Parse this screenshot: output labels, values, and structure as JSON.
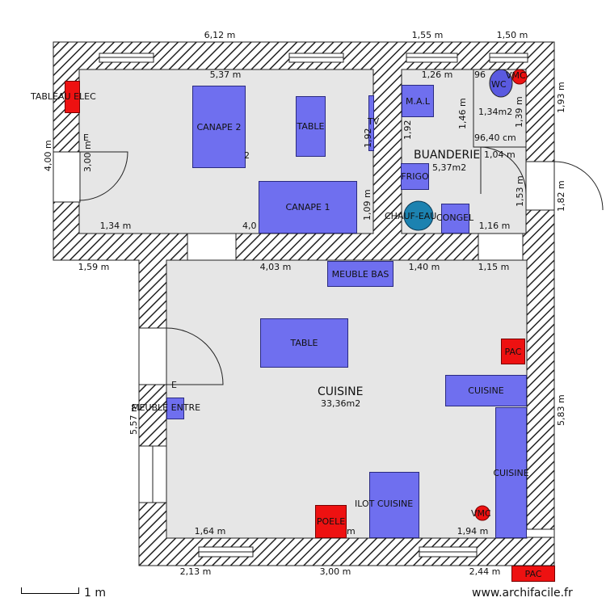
{
  "rooms": {
    "buanderie": {
      "name": "BUANDERIE",
      "area": "5,37m2"
    },
    "wc": {
      "name": "WC",
      "area": "1,34m2"
    },
    "cuisine": {
      "name": "CUISINE",
      "area": "33,36m2"
    }
  },
  "furniture": {
    "canape2": "CANAPE 2",
    "table_salon": "TABLE",
    "tv": "TV",
    "canape1": "CANAPE 1",
    "mal": "M.A.L",
    "frigo": "FRIGO",
    "chauffe_eau": "CHAUF-EAU",
    "congel": "CONGEL",
    "meuble_bas": "MEUBLE BAS",
    "table_cuisine": "TABLE",
    "cuisine_top": "CUISINE",
    "cuisine_right": "CUISINE",
    "ilot": "ILOT CUISINE",
    "meuble_entre": "MEUBLE ENTRE"
  },
  "equipment": {
    "tableau_elec": "TABLEAU ELEC",
    "vmc_wc": "VMC",
    "vmc_cuisine": "VMC",
    "pac_inside": "PAC",
    "pac_outside": "PAC",
    "poele": "POELE"
  },
  "door_marks": {
    "e1": "E",
    "e2": "E"
  },
  "dimensions": {
    "top_612": "6,12 m",
    "top_155": "1,55 m",
    "top_150": "1,50 m",
    "in_537": "5,37 m",
    "in_126": "1,26 m",
    "in_96": "96",
    "left_400": "4,00 m",
    "in_300": "3,00 m",
    "right_193": "1,93 m",
    "in_146": "1,46 m",
    "in_139": "1,39 m",
    "in_192a": "1,92",
    "in_192b": "1,92",
    "in_9640": "96,40 cm",
    "in_104": "1,04 m",
    "in_153": "1,53 m",
    "right_182": "1,82 m",
    "in_109": "1,09 m",
    "in_134": "1,34 m",
    "in_40": "4,0",
    "in_116": "1,16 m",
    "mid_159": "1,59 m",
    "mid_403": "4,03 m",
    "mid_140": "1,40 m",
    "mid_115": "1,15 m",
    "left_557": "5,57 m",
    "right_583": "5,83 m",
    "in_164": "1,64 m",
    "in_194": "1,94 m",
    "in_m": "m",
    "bot_213": "2,13 m",
    "bot_300": "3,00 m",
    "bot_244": "2,44 m",
    "tv_2": "2"
  },
  "scale": {
    "label": "1 m"
  },
  "watermark": "www.archifacile.fr"
}
